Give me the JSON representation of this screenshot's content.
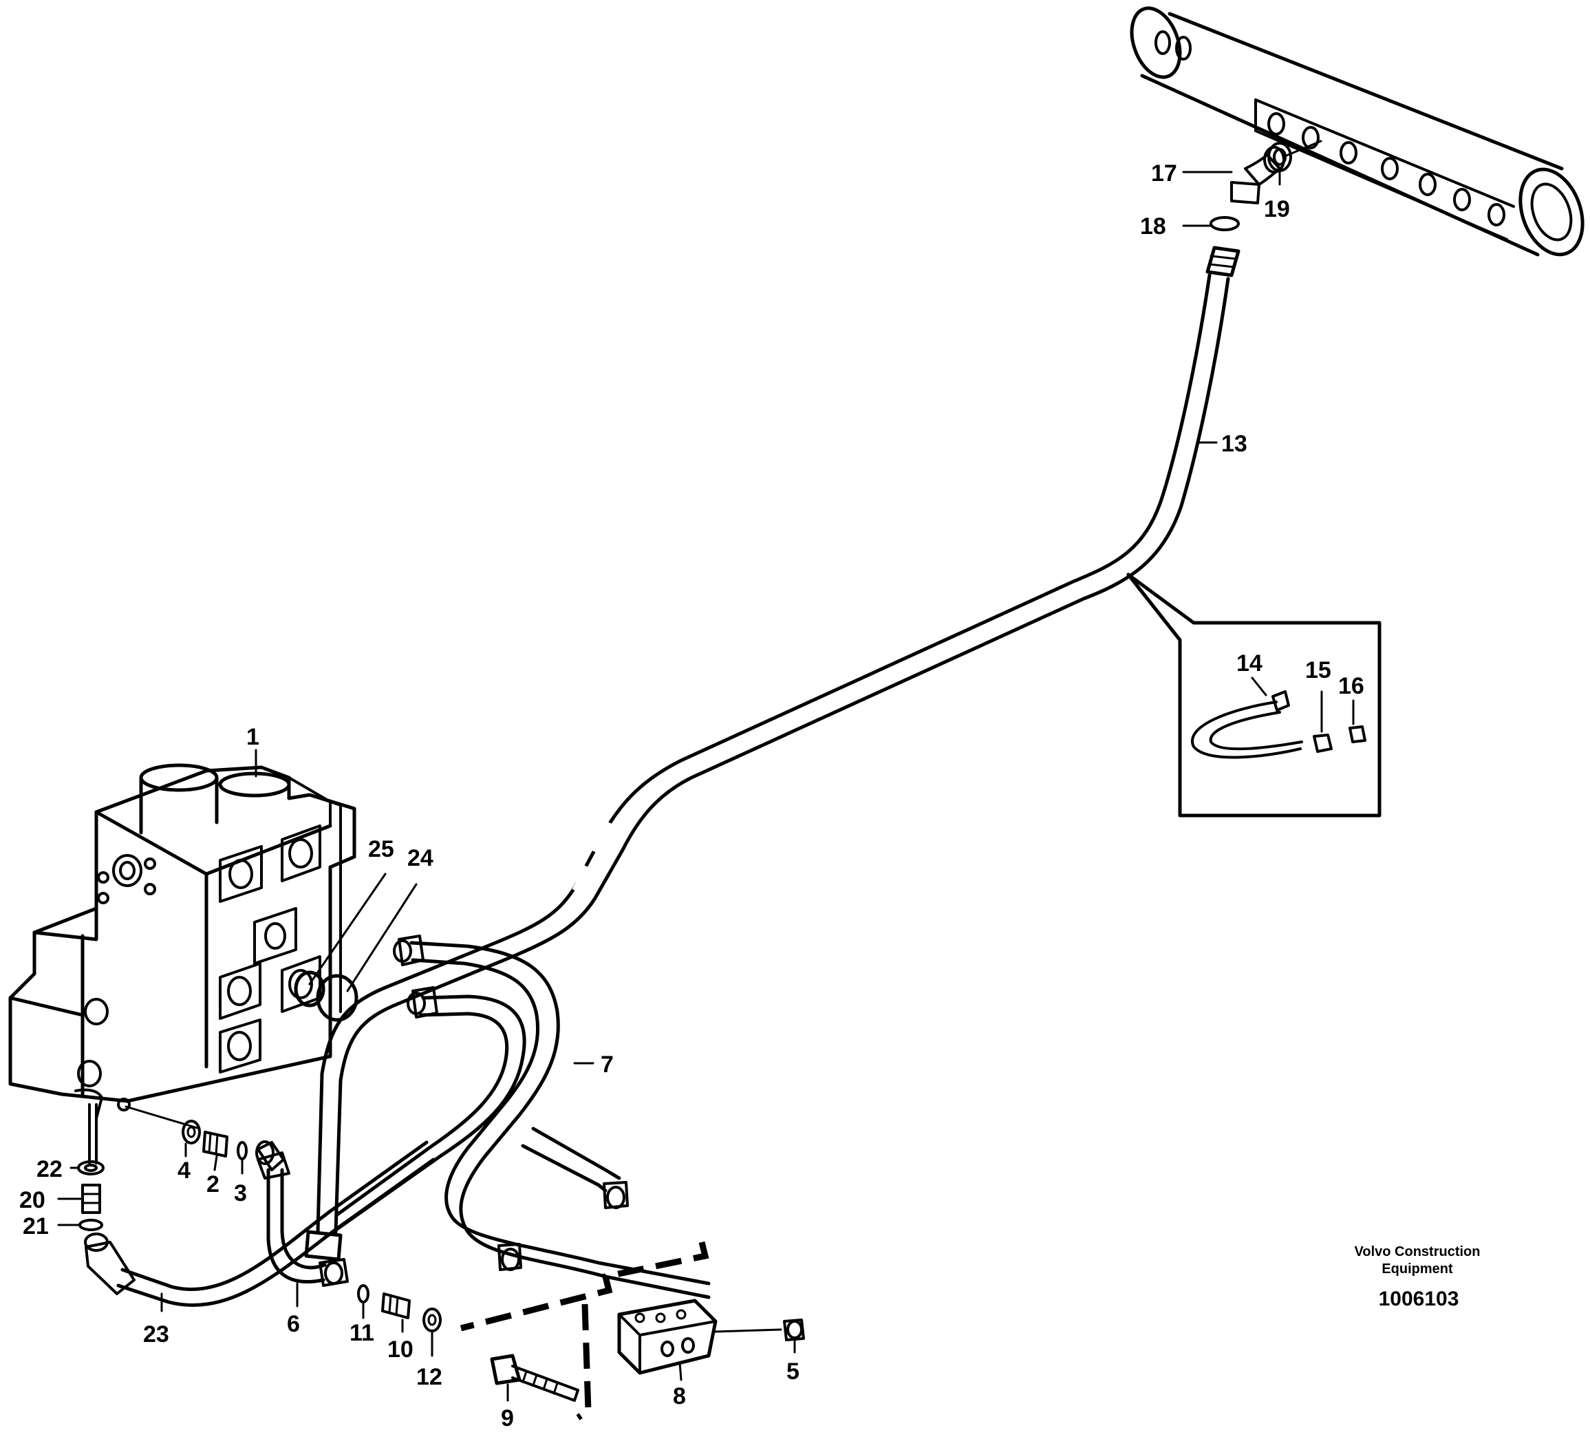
{
  "diagram": {
    "callouts": [
      {
        "id": "1",
        "text": "1"
      },
      {
        "id": "2",
        "text": "2"
      },
      {
        "id": "3",
        "text": "3"
      },
      {
        "id": "4",
        "text": "4"
      },
      {
        "id": "5",
        "text": "5"
      },
      {
        "id": "6",
        "text": "6"
      },
      {
        "id": "7",
        "text": "7"
      },
      {
        "id": "8",
        "text": "8"
      },
      {
        "id": "9",
        "text": "9"
      },
      {
        "id": "10",
        "text": "10"
      },
      {
        "id": "11",
        "text": "11"
      },
      {
        "id": "12",
        "text": "12"
      },
      {
        "id": "13",
        "text": "13"
      },
      {
        "id": "14",
        "text": "14"
      },
      {
        "id": "15",
        "text": "15"
      },
      {
        "id": "16",
        "text": "16"
      },
      {
        "id": "17",
        "text": "17"
      },
      {
        "id": "18",
        "text": "18"
      },
      {
        "id": "19",
        "text": "19"
      },
      {
        "id": "20",
        "text": "20"
      },
      {
        "id": "21",
        "text": "21"
      },
      {
        "id": "22",
        "text": "22"
      },
      {
        "id": "23",
        "text": "23"
      },
      {
        "id": "24",
        "text": "24"
      },
      {
        "id": "25",
        "text": "25"
      }
    ],
    "publisher_line1": "Volvo Construction",
    "publisher_line2": "Equipment",
    "figure_id": "1006103"
  }
}
